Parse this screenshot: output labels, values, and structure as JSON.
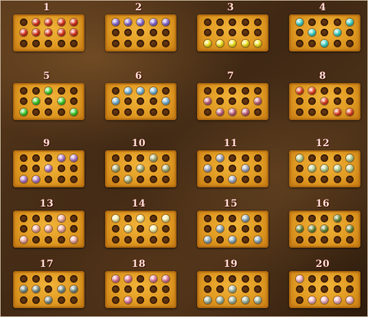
{
  "colors": {
    "red": "#d9321e",
    "purple": "#8a6ad0",
    "yellow": "#f2e21a",
    "teal": "#3fd2c2",
    "green": "#3fcf2a",
    "lightblue": "#7ab6d6",
    "mauve": "#c0607a",
    "orange": "#e0401e",
    "violet": "#b07ac8",
    "olive": "#a8b078",
    "grayblue": "#a0a8c0",
    "lime": "#b8d090",
    "pink": "#f0a8a0",
    "cream": "#f8f0a8",
    "steel": "#8aa8b8",
    "moss": "#6a8a38",
    "slate": "#7a9088",
    "rose": "#e07898",
    "sage": "#a0b8a0",
    "blush": "#f0b0c0"
  },
  "levels": [
    {
      "number": "1",
      "color": "red",
      "pegs": [
        [
          1,
          0
        ],
        [
          2,
          0
        ],
        [
          3,
          0
        ],
        [
          4,
          0
        ],
        [
          0,
          1
        ],
        [
          1,
          1
        ],
        [
          2,
          1
        ],
        [
          3,
          1
        ],
        [
          4,
          1
        ]
      ]
    },
    {
      "number": "2",
      "color": "purple",
      "pegs": [
        [
          0,
          0
        ],
        [
          1,
          0
        ],
        [
          2,
          0
        ],
        [
          3,
          0
        ],
        [
          4,
          0
        ]
      ]
    },
    {
      "number": "3",
      "color": "yellow",
      "pegs": [
        [
          0,
          2
        ],
        [
          1,
          2
        ],
        [
          2,
          2
        ],
        [
          3,
          2
        ],
        [
          4,
          2
        ]
      ]
    },
    {
      "number": "4",
      "color": "teal",
      "pegs": [
        [
          0,
          0
        ],
        [
          4,
          0
        ],
        [
          1,
          1
        ],
        [
          3,
          1
        ],
        [
          2,
          2
        ]
      ]
    },
    {
      "number": "5",
      "color": "green",
      "pegs": [
        [
          2,
          0
        ],
        [
          1,
          1
        ],
        [
          3,
          1
        ],
        [
          0,
          2
        ],
        [
          4,
          2
        ]
      ]
    },
    {
      "number": "6",
      "color": "lightblue",
      "pegs": [
        [
          1,
          0
        ],
        [
          2,
          0
        ],
        [
          3,
          0
        ],
        [
          0,
          1
        ],
        [
          4,
          1
        ]
      ]
    },
    {
      "number": "7",
      "color": "mauve",
      "pegs": [
        [
          0,
          1
        ],
        [
          4,
          1
        ],
        [
          1,
          2
        ],
        [
          2,
          2
        ],
        [
          3,
          2
        ]
      ]
    },
    {
      "number": "8",
      "color": "orange",
      "pegs": [
        [
          0,
          0
        ],
        [
          1,
          0
        ],
        [
          3,
          2
        ],
        [
          4,
          2
        ],
        [
          2,
          1
        ]
      ]
    },
    {
      "number": "9",
      "color": "violet",
      "pegs": [
        [
          3,
          0
        ],
        [
          4,
          0
        ],
        [
          2,
          1
        ],
        [
          0,
          2
        ],
        [
          1,
          2
        ]
      ]
    },
    {
      "number": "10",
      "color": "olive",
      "pegs": [
        [
          3,
          0
        ],
        [
          0,
          1
        ],
        [
          2,
          1
        ],
        [
          4,
          1
        ],
        [
          1,
          2
        ]
      ]
    },
    {
      "number": "11",
      "color": "grayblue",
      "pegs": [
        [
          1,
          0
        ],
        [
          0,
          1
        ],
        [
          3,
          1
        ],
        [
          2,
          2
        ]
      ]
    },
    {
      "number": "12",
      "color": "lime",
      "pegs": [
        [
          0,
          0
        ],
        [
          4,
          0
        ],
        [
          1,
          1
        ],
        [
          2,
          1
        ],
        [
          3,
          1
        ],
        [
          4,
          1
        ]
      ]
    },
    {
      "number": "13",
      "color": "pink",
      "pegs": [
        [
          3,
          0
        ],
        [
          1,
          1
        ],
        [
          2,
          1
        ],
        [
          3,
          1
        ],
        [
          0,
          2
        ],
        [
          4,
          2
        ]
      ]
    },
    {
      "number": "14",
      "color": "cream",
      "pegs": [
        [
          0,
          0
        ],
        [
          2,
          0
        ],
        [
          4,
          0
        ],
        [
          1,
          1
        ],
        [
          3,
          1
        ]
      ]
    },
    {
      "number": "15",
      "color": "steel",
      "pegs": [
        [
          3,
          0
        ],
        [
          1,
          1
        ],
        [
          0,
          2
        ],
        [
          2,
          2
        ],
        [
          4,
          2
        ]
      ]
    },
    {
      "number": "16",
      "color": "moss",
      "pegs": [
        [
          3,
          0
        ],
        [
          0,
          1
        ],
        [
          1,
          1
        ],
        [
          2,
          1
        ],
        [
          4,
          1
        ]
      ]
    },
    {
      "number": "17",
      "color": "slate",
      "pegs": [
        [
          0,
          1
        ],
        [
          1,
          1
        ],
        [
          3,
          1
        ],
        [
          4,
          1
        ],
        [
          2,
          2
        ]
      ]
    },
    {
      "number": "18",
      "color": "rose",
      "pegs": [
        [
          0,
          0
        ],
        [
          1,
          0
        ],
        [
          3,
          0
        ],
        [
          4,
          0
        ],
        [
          1,
          2
        ]
      ]
    },
    {
      "number": "19",
      "color": "sage",
      "pegs": [
        [
          2,
          1
        ],
        [
          0,
          2
        ],
        [
          1,
          2
        ],
        [
          2,
          2
        ],
        [
          3,
          2
        ],
        [
          4,
          2
        ]
      ]
    },
    {
      "number": "20",
      "color": "blush",
      "pegs": [
        [
          0,
          0
        ],
        [
          1,
          2
        ],
        [
          2,
          2
        ],
        [
          3,
          2
        ],
        [
          4,
          2
        ]
      ]
    }
  ]
}
